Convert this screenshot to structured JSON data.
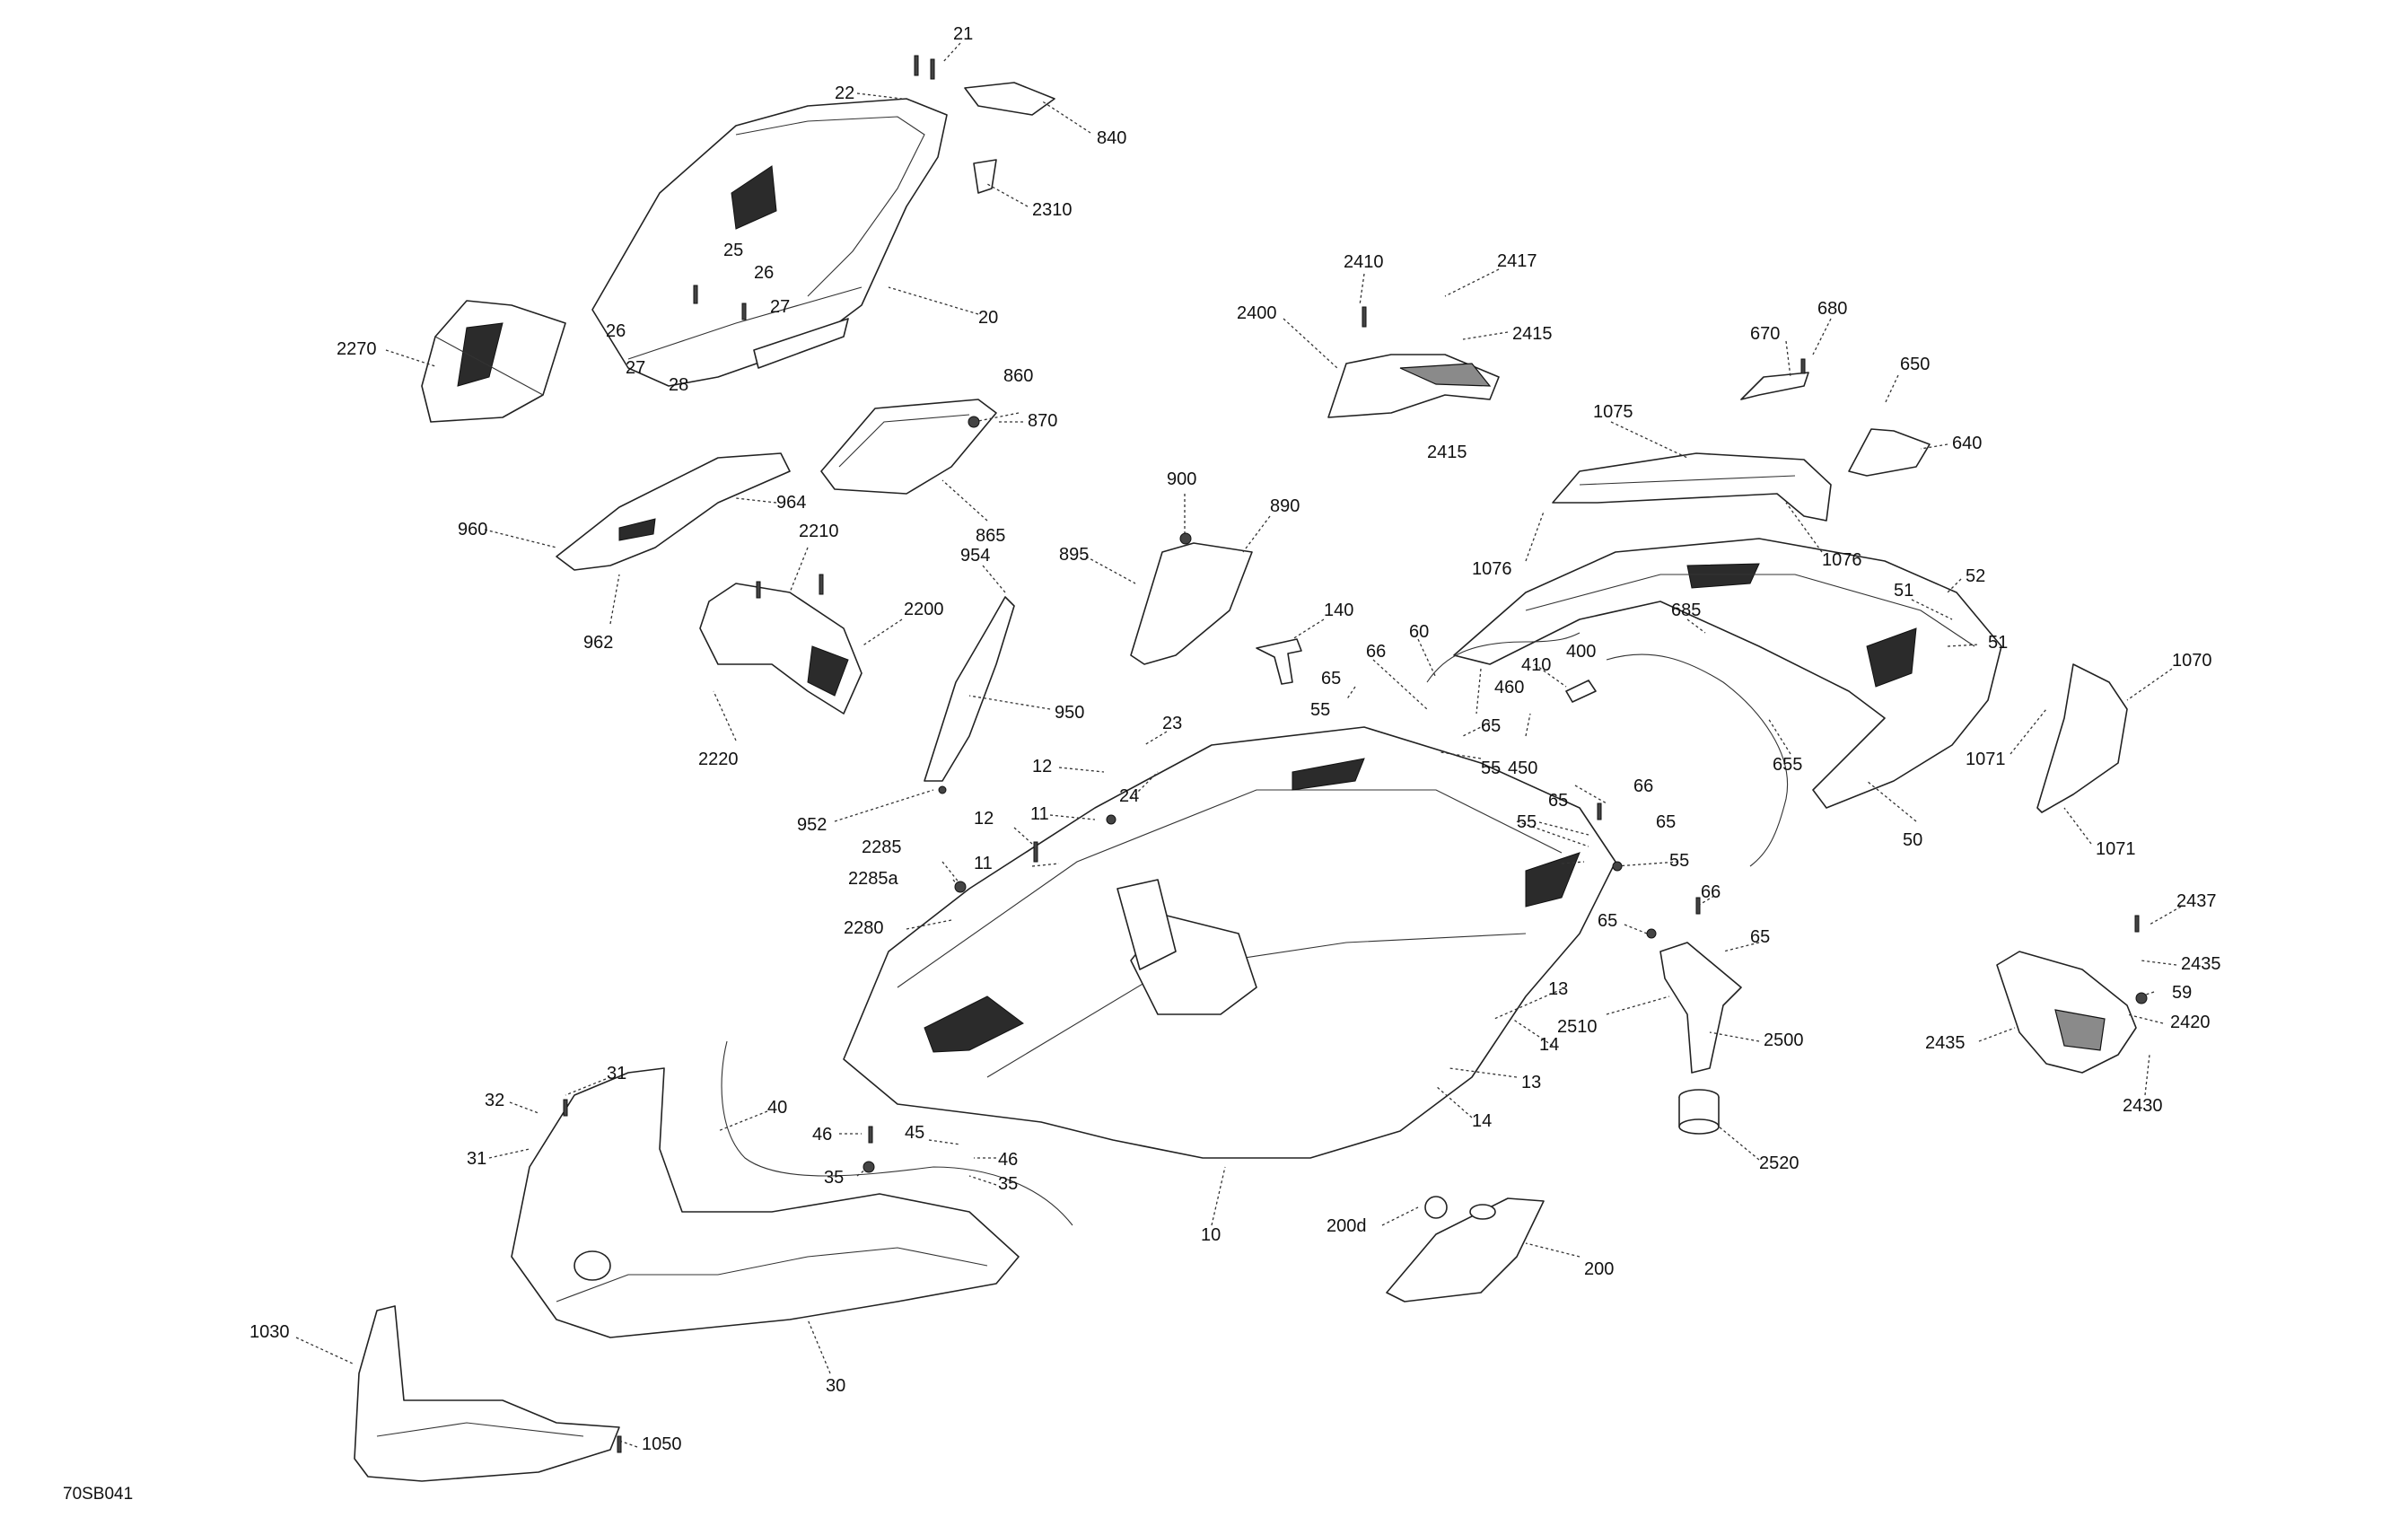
{
  "reference_code": "70SB041",
  "callouts": [
    {
      "id": "c-21",
      "text": "21"
    },
    {
      "id": "c-22",
      "text": "22"
    },
    {
      "id": "c-840",
      "text": "840"
    },
    {
      "id": "c-2310",
      "text": "2310"
    },
    {
      "id": "c-25",
      "text": "25"
    },
    {
      "id": "c-26a",
      "text": "26"
    },
    {
      "id": "c-26b",
      "text": "26"
    },
    {
      "id": "c-27a",
      "text": "27"
    },
    {
      "id": "c-27b",
      "text": "27"
    },
    {
      "id": "c-28",
      "text": "28"
    },
    {
      "id": "c-20",
      "text": "20"
    },
    {
      "id": "c-2270",
      "text": "2270"
    },
    {
      "id": "c-860",
      "text": "860"
    },
    {
      "id": "c-870",
      "text": "870"
    },
    {
      "id": "c-865",
      "text": "865"
    },
    {
      "id": "c-964",
      "text": "964"
    },
    {
      "id": "c-960",
      "text": "960"
    },
    {
      "id": "c-962",
      "text": "962"
    },
    {
      "id": "c-2210",
      "text": "2210"
    },
    {
      "id": "c-2200",
      "text": "2200"
    },
    {
      "id": "c-2220",
      "text": "2220"
    },
    {
      "id": "c-954",
      "text": "954"
    },
    {
      "id": "c-950",
      "text": "950"
    },
    {
      "id": "c-952",
      "text": "952"
    },
    {
      "id": "c-900",
      "text": "900"
    },
    {
      "id": "c-890",
      "text": "890"
    },
    {
      "id": "c-895",
      "text": "895"
    },
    {
      "id": "c-2410",
      "text": "2410"
    },
    {
      "id": "c-2417",
      "text": "2417"
    },
    {
      "id": "c-2400",
      "text": "2400"
    },
    {
      "id": "c-2415a",
      "text": "2415"
    },
    {
      "id": "c-2415b",
      "text": "2415"
    },
    {
      "id": "c-670",
      "text": "670"
    },
    {
      "id": "c-680",
      "text": "680"
    },
    {
      "id": "c-650",
      "text": "650"
    },
    {
      "id": "c-640",
      "text": "640"
    },
    {
      "id": "c-1075",
      "text": "1075"
    },
    {
      "id": "c-1076a",
      "text": "1076"
    },
    {
      "id": "c-1076b",
      "text": "1076"
    },
    {
      "id": "c-140",
      "text": "140"
    },
    {
      "id": "c-60",
      "text": "60"
    },
    {
      "id": "c-66a",
      "text": "66"
    },
    {
      "id": "c-65a",
      "text": "65"
    },
    {
      "id": "c-55a",
      "text": "55"
    },
    {
      "id": "c-65b",
      "text": "65"
    },
    {
      "id": "c-55b",
      "text": "55"
    },
    {
      "id": "c-410",
      "text": "410"
    },
    {
      "id": "c-400",
      "text": "400"
    },
    {
      "id": "c-460",
      "text": "460"
    },
    {
      "id": "c-450",
      "text": "450"
    },
    {
      "id": "c-685",
      "text": "685"
    },
    {
      "id": "c-655",
      "text": "655"
    },
    {
      "id": "c-51a",
      "text": "51"
    },
    {
      "id": "c-52",
      "text": "52"
    },
    {
      "id": "c-51b",
      "text": "51"
    },
    {
      "id": "c-1070",
      "text": "1070"
    },
    {
      "id": "c-1071a",
      "text": "1071"
    },
    {
      "id": "c-1071b",
      "text": "1071"
    },
    {
      "id": "c-50",
      "text": "50"
    },
    {
      "id": "c-23",
      "text": "23"
    },
    {
      "id": "c-12a",
      "text": "12"
    },
    {
      "id": "c-24",
      "text": "24"
    },
    {
      "id": "c-11a",
      "text": "11"
    },
    {
      "id": "c-12b",
      "text": "12"
    },
    {
      "id": "c-11b",
      "text": "11"
    },
    {
      "id": "c-2285",
      "text": "2285"
    },
    {
      "id": "c-2285a",
      "text": "2285a"
    },
    {
      "id": "c-2280",
      "text": "2280"
    },
    {
      "id": "c-66b",
      "text": "66"
    },
    {
      "id": "c-65c",
      "text": "65"
    },
    {
      "id": "c-55c",
      "text": "55"
    },
    {
      "id": "c-65d",
      "text": "65"
    },
    {
      "id": "c-55d",
      "text": "55"
    },
    {
      "id": "c-66c",
      "text": "66"
    },
    {
      "id": "c-65e",
      "text": "65"
    },
    {
      "id": "c-65f",
      "text": "65"
    },
    {
      "id": "c-13a",
      "text": "13"
    },
    {
      "id": "c-14a",
      "text": "14"
    },
    {
      "id": "c-2510",
      "text": "2510"
    },
    {
      "id": "c-2500",
      "text": "2500"
    },
    {
      "id": "c-13b",
      "text": "13"
    },
    {
      "id": "c-14b",
      "text": "14"
    },
    {
      "id": "c-2520",
      "text": "2520"
    },
    {
      "id": "c-2437",
      "text": "2437"
    },
    {
      "id": "c-2435a",
      "text": "2435"
    },
    {
      "id": "c-59",
      "text": "59"
    },
    {
      "id": "c-2420",
      "text": "2420"
    },
    {
      "id": "c-2435b",
      "text": "2435"
    },
    {
      "id": "c-2430",
      "text": "2430"
    },
    {
      "id": "c-32",
      "text": "32"
    },
    {
      "id": "c-31a",
      "text": "31"
    },
    {
      "id": "c-31b",
      "text": "31"
    },
    {
      "id": "c-40",
      "text": "40"
    },
    {
      "id": "c-46a",
      "text": "46"
    },
    {
      "id": "c-45",
      "text": "45"
    },
    {
      "id": "c-46b",
      "text": "46"
    },
    {
      "id": "c-35a",
      "text": "35"
    },
    {
      "id": "c-35b",
      "text": "35"
    },
    {
      "id": "c-10",
      "text": "10"
    },
    {
      "id": "c-200d",
      "text": "200d"
    },
    {
      "id": "c-200",
      "text": "200"
    },
    {
      "id": "c-30",
      "text": "30"
    },
    {
      "id": "c-1030",
      "text": "1030"
    },
    {
      "id": "c-1050",
      "text": "1050"
    }
  ]
}
